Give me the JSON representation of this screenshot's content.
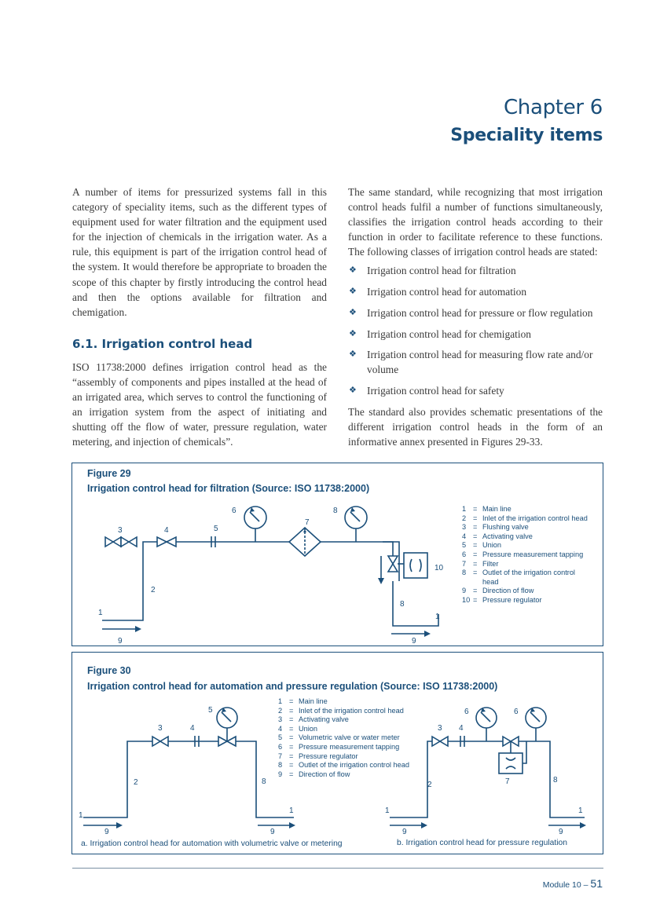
{
  "chapter": {
    "number": "Chapter 6",
    "title": "Speciality items"
  },
  "left_column": {
    "intro": "A number of items for pressurized systems fall in this category of speciality items, such as the different types of equipment used for water filtration and the equipment used for the injection of chemicals in the irrigation water. As a rule, this equipment is part of the irrigation control head of the system. It would therefore be appropriate to broaden the scope of this chapter by firstly introducing the control head and then the options available for filtration and chemigation.",
    "section_heading": "6.1.   Irrigation control head",
    "definition": "ISO 11738:2000 defines irrigation control head as the “assembly of components and pipes installed at the head of an irrigated area, which serves to control the functioning of an irrigation system from the aspect of initiating and shutting off the flow of water, pressure regulation, water metering, and injection of chemicals”."
  },
  "right_column": {
    "para1": "The same standard, while recognizing that most irrigation control heads fulfil a number of functions simultaneously, classifies the irrigation control heads according to their function in order to facilitate reference to these functions. The following classes of irrigation control heads are stated:",
    "bullet_char": "❖",
    "bullets": [
      "Irrigation control head for filtration",
      "Irrigation control head for automation",
      "Irrigation control head for pressure or flow regulation",
      "Irrigation control head for chemigation",
      "Irrigation control head for measuring flow rate and/or volume",
      "Irrigation control head for safety"
    ],
    "para2": "The standard also provides schematic presentations of the different irrigation control heads in the form of an informative annex presented in Figures 29-33."
  },
  "figure29": {
    "label": "Figure 29",
    "title": "Irrigation control head for filtration (Source: ISO 11738:2000)",
    "legend": [
      {
        "n": "1",
        "t": "Main line"
      },
      {
        "n": "2",
        "t": "Inlet of the irrigation control head"
      },
      {
        "n": "3",
        "t": "Flushing valve"
      },
      {
        "n": "4",
        "t": "Activating valve"
      },
      {
        "n": "5",
        "t": "Union"
      },
      {
        "n": "6",
        "t": "Pressure measurement tapping"
      },
      {
        "n": "7",
        "t": "Filter"
      },
      {
        "n": "8",
        "t": "Outlet of the irrigation control head"
      },
      {
        "n": "9",
        "t": "Direction of flow"
      },
      {
        "n": "10",
        "t": "Pressure regulator"
      }
    ],
    "diagram_labels": {
      "l1": "1",
      "l2": "2",
      "l3": "3",
      "l4": "4",
      "l5": "5",
      "l6": "6",
      "l7": "7",
      "l8a": "8",
      "l8b": "8",
      "l9a": "9",
      "l9b": "9",
      "l1b": "1",
      "l10": "10"
    }
  },
  "figure30": {
    "label": "Figure 30",
    "title": "Irrigation control head for automation and pressure regulation (Source: ISO 11738:2000)",
    "legend": [
      {
        "n": "1",
        "t": "Main line"
      },
      {
        "n": "2",
        "t": "Inlet of the irrigation control head"
      },
      {
        "n": "3",
        "t": "Activating valve"
      },
      {
        "n": "4",
        "t": "Union"
      },
      {
        "n": "5",
        "t": "Volumetric valve or water meter"
      },
      {
        "n": "6",
        "t": "Pressure measurement tapping"
      },
      {
        "n": "7",
        "t": "Pressure regulator"
      },
      {
        "n": "8",
        "t": "Outlet of the irrigation control head"
      },
      {
        "n": "9",
        "t": "Direction of flow"
      }
    ],
    "caption_a": "a. Irrigation control head for automation with volumetric valve or metering",
    "caption_b": "b. Irrigation control head for pressure regulation",
    "labels_a": {
      "l1": "1",
      "l2": "2",
      "l3": "3",
      "l4": "4",
      "l5": "5",
      "l8": "8",
      "l1b": "1",
      "l9a": "9",
      "l9b": "9"
    },
    "labels_b": {
      "l1": "1",
      "l2": "2",
      "l3": "3",
      "l4": "4",
      "l6a": "6",
      "l6b": "6",
      "l7": "7",
      "l8": "8",
      "l1b": "1",
      "l9a": "9",
      "l9b": "9"
    }
  },
  "footer": {
    "module": "Module 10 – ",
    "page": "51"
  },
  "colors": {
    "accent": "#1b4f7a"
  }
}
